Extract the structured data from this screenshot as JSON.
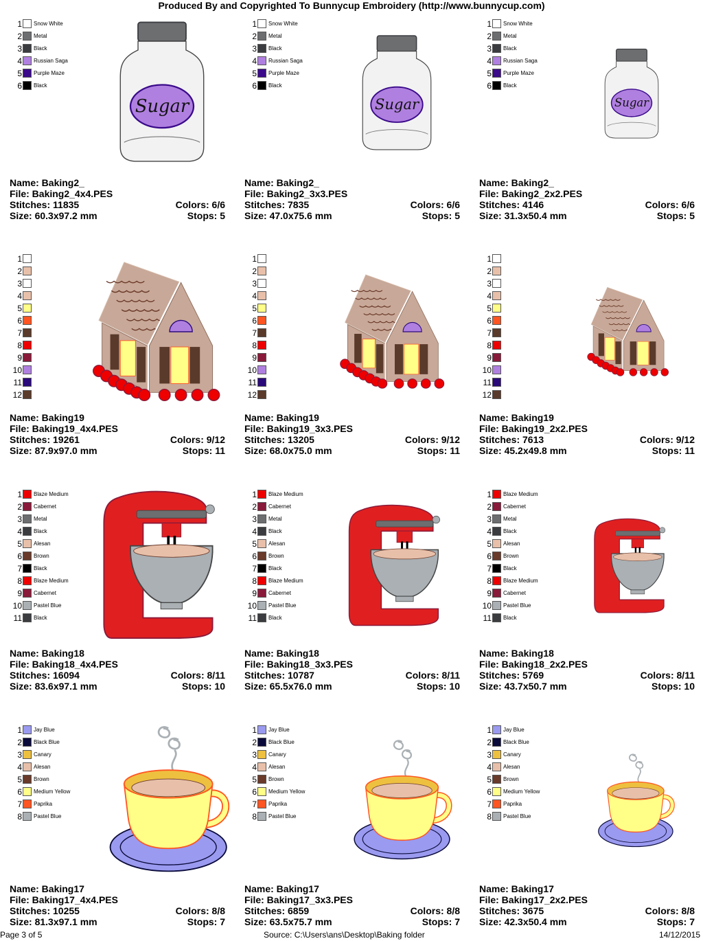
{
  "header": {
    "title": "Produced By and Copyrighted To Bunnycup Embroidery (http://www.bunnycup.com)"
  },
  "palettes": {
    "sugar": [
      {
        "num": "1",
        "name": "Snow White",
        "color": "#ffffff"
      },
      {
        "num": "2",
        "name": "Metal",
        "color": "#6c6e70"
      },
      {
        "num": "3",
        "name": "Black",
        "color": "#3a3c40"
      },
      {
        "num": "4",
        "name": "Russian Saga",
        "color": "#b080e0"
      },
      {
        "num": "5",
        "name": "Purple Maze",
        "color": "#3a0a8a"
      },
      {
        "num": "6",
        "name": "Black",
        "color": "#000000"
      }
    ],
    "house": [
      {
        "num": "1",
        "name": "",
        "color": "#ffffff"
      },
      {
        "num": "2",
        "name": "",
        "color": "#e8c0aa"
      },
      {
        "num": "3",
        "name": "",
        "color": "#ffffff"
      },
      {
        "num": "4",
        "name": "",
        "color": "#e8c0aa"
      },
      {
        "num": "5",
        "name": "",
        "color": "#ffff88"
      },
      {
        "num": "6",
        "name": "",
        "color": "#ff5522"
      },
      {
        "num": "7",
        "name": "",
        "color": "#5a3a2a"
      },
      {
        "num": "8",
        "name": "",
        "color": "#ee0000"
      },
      {
        "num": "9",
        "name": "",
        "color": "#8a1a3a"
      },
      {
        "num": "10",
        "name": "",
        "color": "#b080e0"
      },
      {
        "num": "11",
        "name": "",
        "color": "#2a0a7a"
      },
      {
        "num": "12",
        "name": "",
        "color": "#5a3a2a"
      }
    ],
    "mixer": [
      {
        "num": "1",
        "name": "Blaze Medium",
        "color": "#ee0000"
      },
      {
        "num": "2",
        "name": "Cabernet",
        "color": "#8a1a3a"
      },
      {
        "num": "3",
        "name": "Metal",
        "color": "#6c6e70"
      },
      {
        "num": "4",
        "name": "Black",
        "color": "#3a3c40"
      },
      {
        "num": "5",
        "name": "Alesan",
        "color": "#e8c0aa"
      },
      {
        "num": "6",
        "name": "Brown",
        "color": "#6a3a2a"
      },
      {
        "num": "7",
        "name": "Black",
        "color": "#000000"
      },
      {
        "num": "8",
        "name": "Blaze Medium",
        "color": "#ee0000"
      },
      {
        "num": "9",
        "name": "Cabernet",
        "color": "#8a1a3a"
      },
      {
        "num": "10",
        "name": "Pastel Blue",
        "color": "#aab0b4"
      },
      {
        "num": "11",
        "name": "Black",
        "color": "#3a3c40"
      }
    ],
    "cup": [
      {
        "num": "1",
        "name": "Jay Blue",
        "color": "#9a9af0"
      },
      {
        "num": "2",
        "name": "Black Blue",
        "color": "#0a0a3a"
      },
      {
        "num": "3",
        "name": "Canary",
        "color": "#eec040"
      },
      {
        "num": "4",
        "name": "Alesan",
        "color": "#e8c0aa"
      },
      {
        "num": "5",
        "name": "Brown",
        "color": "#6a3a2a"
      },
      {
        "num": "6",
        "name": "Medium Yellow",
        "color": "#ffff88"
      },
      {
        "num": "7",
        "name": "Paprika",
        "color": "#ff5522"
      },
      {
        "num": "8",
        "name": "Pastel Blue",
        "color": "#aab0b4"
      }
    ]
  },
  "designs": [
    [
      {
        "name": "Name: Baking2_",
        "file": "File: Baking2_4x4.PES",
        "stitches": "Stitches: 11835",
        "colors": "Colors: 6/6",
        "size": "Size: 60.3x97.2 mm",
        "stops": "Stops: 5"
      },
      {
        "name": "Name: Baking2_",
        "file": "File: Baking2_3x3.PES",
        "stitches": "Stitches: 7835",
        "colors": "Colors: 6/6",
        "size": "Size: 47.0x75.6 mm",
        "stops": "Stops: 5"
      },
      {
        "name": "Name: Baking2_",
        "file": "File: Baking2_2x2.PES",
        "stitches": "Stitches: 4146",
        "colors": "Colors: 6/6",
        "size": "Size: 31.3x50.4 mm",
        "stops": "Stops: 5"
      }
    ],
    [
      {
        "name": "Name: Baking19",
        "file": "File: Baking19_4x4.PES",
        "stitches": "Stitches: 19261",
        "colors": "Colors: 9/12",
        "size": "Size: 87.9x97.0 mm",
        "stops": "Stops: 11"
      },
      {
        "name": "Name: Baking19",
        "file": "File: Baking19_3x3.PES",
        "stitches": "Stitches: 13205",
        "colors": "Colors: 9/12",
        "size": "Size: 68.0x75.0 mm",
        "stops": "Stops: 11"
      },
      {
        "name": "Name: Baking19",
        "file": "File: Baking19_2x2.PES",
        "stitches": "Stitches: 7613",
        "colors": "Colors: 9/12",
        "size": "Size: 45.2x49.8 mm",
        "stops": "Stops: 11"
      }
    ],
    [
      {
        "name": "Name: Baking18",
        "file": "File: Baking18_4x4.PES",
        "stitches": "Stitches: 16094",
        "colors": "Colors: 8/11",
        "size": "Size: 83.6x97.1 mm",
        "stops": "Stops: 10"
      },
      {
        "name": "Name: Baking18",
        "file": "File: Baking18_3x3.PES",
        "stitches": "Stitches: 10787",
        "colors": "Colors: 8/11",
        "size": "Size: 65.5x76.0 mm",
        "stops": "Stops: 10"
      },
      {
        "name": "Name: Baking18",
        "file": "File: Baking18_2x2.PES",
        "stitches": "Stitches: 5769",
        "colors": "Colors: 8/11",
        "size": "Size: 43.7x50.7 mm",
        "stops": "Stops: 10"
      }
    ],
    [
      {
        "name": "Name: Baking17",
        "file": "File: Baking17_4x4.PES",
        "stitches": "Stitches: 10255",
        "colors": "Colors: 8/8",
        "size": "Size: 81.3x97.1 mm",
        "stops": "Stops: 7"
      },
      {
        "name": "Name: Baking17",
        "file": "File: Baking17_3x3.PES",
        "stitches": "Stitches: 6859",
        "colors": "Colors: 8/8",
        "size": "Size: 63.5x75.7 mm",
        "stops": "Stops: 7"
      },
      {
        "name": "Name: Baking17",
        "file": "File: Baking17_2x2.PES",
        "stitches": "Stitches: 3675",
        "colors": "Colors: 8/8",
        "size": "Size: 42.3x50.4 mm",
        "stops": "Stops: 7"
      }
    ]
  ],
  "art": {
    "sugar_label": "Sugar"
  },
  "footer": {
    "page": "Page 3 of 5",
    "source": "Source: C:\\Users\\ans\\Desktop\\Baking folder",
    "date": "14/12/2015"
  }
}
